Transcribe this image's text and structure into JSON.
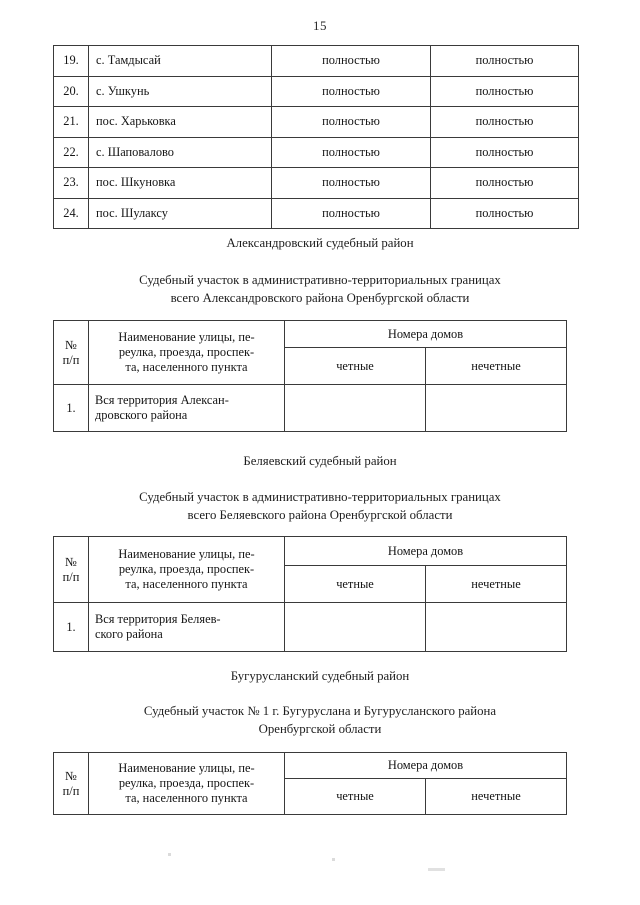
{
  "page": {
    "number": "15"
  },
  "settlements_table": {
    "rows": [
      {
        "num": "19.",
        "name": "с. Тамдысай",
        "even": "полностью",
        "odd": "полностью"
      },
      {
        "num": "20.",
        "name": "с. Ушкунь",
        "even": "полностью",
        "odd": "полностью"
      },
      {
        "num": "21.",
        "name": "пос. Харьковка",
        "even": "полностью",
        "odd": "полностью"
      },
      {
        "num": "22.",
        "name": "с. Шаповалово",
        "even": "полностью",
        "odd": "полностью"
      },
      {
        "num": "23.",
        "name": "пос. Шкуновка",
        "even": "полностью",
        "odd": "полностью"
      },
      {
        "num": "24.",
        "name": "пос. Шулаксу",
        "even": "полностью",
        "odd": "полностью"
      }
    ]
  },
  "sections": [
    {
      "district": "Александровский судебный район",
      "uchastok_line1": "Судебный участок в административно-территориальных границах",
      "uchastok_line2": "всего Александровского района Оренбургской области",
      "table": {
        "header": {
          "num_line1": "№",
          "num_line2": "п/п",
          "name_line1": "Наименование улицы, пе-",
          "name_line2": "реулка, проезда, проспек-",
          "name_line3": "та, населенного пункта",
          "houses": "Номера домов",
          "even": "четные",
          "odd": "нечетные"
        },
        "rows": [
          {
            "num": "1.",
            "name_line1": "Вся территория Алексан-",
            "name_line2": "дровского района",
            "even": "",
            "odd": ""
          }
        ]
      }
    },
    {
      "district": "Беляевский судебный район",
      "uchastok_line1": "Судебный участок в административно-территориальных границах",
      "uchastok_line2": "всего Беляевского района Оренбургской области",
      "table": {
        "header": {
          "num_line1": "№",
          "num_line2": "п/п",
          "name_line1": "Наименование улицы, пе-",
          "name_line2": "реулка, проезда, проспек-",
          "name_line3": "та, населенного пункта",
          "houses": "Номера домов",
          "even": "четные",
          "odd": "нечетные"
        },
        "rows": [
          {
            "num": "1.",
            "name_line1": "Вся территория Беляев-",
            "name_line2": "ского района",
            "even": "",
            "odd": ""
          }
        ]
      }
    },
    {
      "district": "Бугурусланский судебный район",
      "uchastok_line1": "Судебный участок № 1 г. Бугуруслана и Бугурусланского района",
      "uchastok_line2": "Оренбургской области",
      "table": {
        "header": {
          "num_line1": "№",
          "num_line2": "п/п",
          "name_line1": "Наименование улицы, пе-",
          "name_line2": "реулка, проезда, проспек-",
          "name_line3": "та, населенного пункта",
          "houses": "Номера домов",
          "even": "четные",
          "odd": "нечетные"
        },
        "rows": []
      }
    }
  ]
}
